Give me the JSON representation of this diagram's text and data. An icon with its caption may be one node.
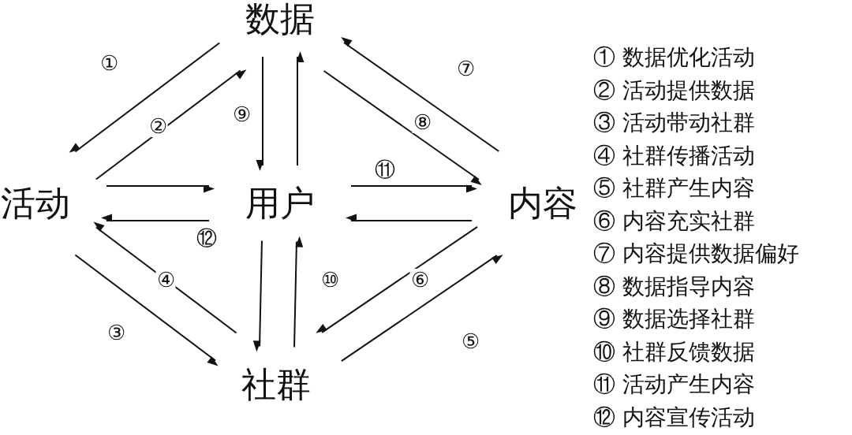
{
  "diagram": {
    "nodes": [
      {
        "text": [
          "数据"
        ]
      },
      {
        "text": [
          "活动"
        ]
      },
      {
        "text": [
          "用户"
        ]
      },
      {
        "text": [
          "内容"
        ]
      },
      {
        "text": [
          "社群"
        ]
      }
    ],
    "edges": [
      {
        "from": 0,
        "to": 1,
        "arrow": "to",
        "label": "①"
      },
      {
        "from": 1,
        "to": 0,
        "arrow": "to",
        "label": "②"
      },
      {
        "from": 3,
        "to": 0,
        "arrow": "to",
        "label": "⑦"
      },
      {
        "from": 0,
        "to": 3,
        "arrow": "to",
        "label": "⑧"
      },
      {
        "from": 0,
        "to": 2,
        "arrow": "to",
        "label": "⑨"
      },
      {
        "from": 2,
        "to": 0,
        "arrow": "to"
      },
      {
        "from": 1,
        "to": 2,
        "arrow": "to"
      },
      {
        "from": 2,
        "to": 1,
        "arrow": "to",
        "label": "⑫"
      },
      {
        "from": 2,
        "to": 3,
        "arrow": "to",
        "label": "⑪"
      },
      {
        "from": 3,
        "to": 2,
        "arrow": "to"
      },
      {
        "from": 2,
        "to": 4,
        "arrow": "to"
      },
      {
        "from": 4,
        "to": 2,
        "arrow": "to",
        "label": "⑩"
      },
      {
        "from": 4,
        "to": 1,
        "arrow": "to",
        "label": "④"
      },
      {
        "from": 1,
        "to": 4,
        "arrow": "to",
        "label": "③"
      },
      {
        "from": 3,
        "to": 4,
        "arrow": "to",
        "label": "⑥"
      },
      {
        "from": 4,
        "to": 3,
        "arrow": "to",
        "label": "⑤"
      }
    ],
    "labels": [
      "① 数据优化活动",
      "② 活动提供数据",
      "③ 活动带动社群",
      "④ 社群传播活动",
      "⑤ 社群产生内容",
      "⑥ 内容充实社群",
      "⑦ 内容提供数据偏好",
      "⑧ 数据指导内容",
      "⑨ 数据选择社群",
      "⑩ 社群反馈数据",
      "⑪ 活动产生内容",
      "⑫ 内容宣传活动"
    ]
  }
}
